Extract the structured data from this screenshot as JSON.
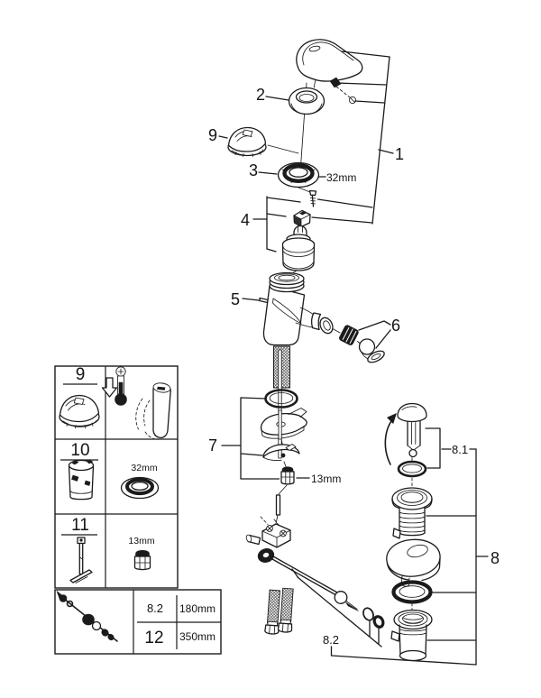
{
  "style": {
    "ink": "#1b1b1b",
    "background": "#ffffff"
  },
  "callouts": {
    "c1": "1",
    "c2": "2",
    "c3": "3",
    "c4": "4",
    "c5": "5",
    "c6": "6",
    "c7": "7",
    "c8": "8",
    "c8_1": "8.1",
    "c8_2": "8.2",
    "c9": "9",
    "dim_ring": "32mm",
    "dim_nut": "13mm"
  },
  "legend": {
    "row1": {
      "ref": "9"
    },
    "row2": {
      "ref": "10",
      "dim": "32mm"
    },
    "row3": {
      "ref": "11",
      "dim": "13mm"
    },
    "rod_rows": [
      {
        "ref": "8.2",
        "length": "180mm"
      },
      {
        "ref": "12",
        "length": "350mm"
      }
    ]
  }
}
